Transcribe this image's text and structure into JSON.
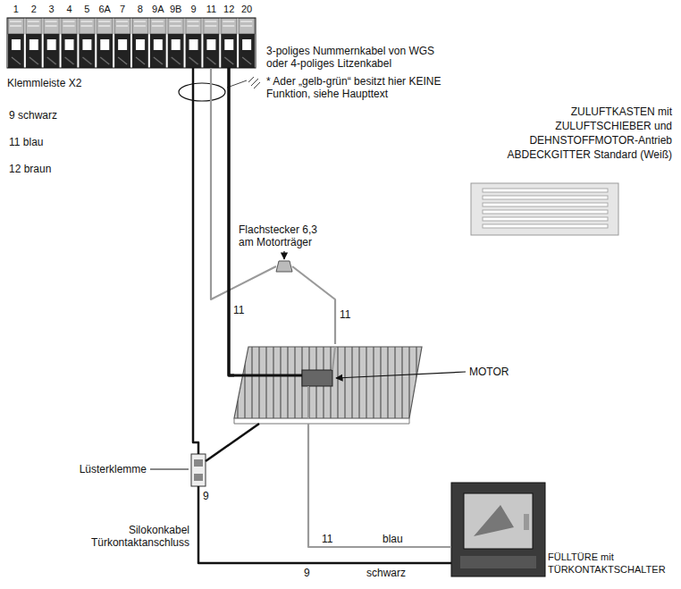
{
  "diagram": {
    "nodes": [
      {
        "text": [
          "Klemmleiste X2"
        ]
      },
      {
        "text": [
          "ZULUFTKASTEN mit ZULUFTSCHIEBER und DEHNSTOFFMOTOR-Antrieb",
          "ABDECKGITTER Standard (Weiß)"
        ]
      },
      {
        "text": [
          "Flachstecker 6,3 am Motorträger"
        ]
      },
      {
        "text": [
          "MOTOR"
        ]
      },
      {
        "text": [
          "Lüsterklemme"
        ]
      },
      {
        "text": [
          "FÜLLTÜRE mit TÜRKONTAKTSCHALTER"
        ]
      }
    ],
    "edges": [
      {
        "from": 0,
        "to": 4,
        "arrow": "none"
      },
      {
        "from": 0,
        "to": 2,
        "label": "11",
        "arrow": "none"
      },
      {
        "from": 0,
        "to": 3,
        "arrow": "none"
      },
      {
        "from": 2,
        "to": 3,
        "label": "11",
        "arrow": "none"
      },
      {
        "from": 3,
        "to": 4,
        "arrow": "none"
      },
      {
        "from": 3,
        "to": 5,
        "arrow": "none"
      },
      {
        "from": 4,
        "to": 5,
        "label": "9",
        "arrow": "none"
      }
    ],
    "labels": [
      "1",
      "2",
      "3",
      "4",
      "5",
      "6A",
      "7",
      "8",
      "9A",
      "9B",
      "9",
      "11",
      "12",
      "20",
      "3-poliges Nummernkabel von WGS oder 4-poliges Litzenkabel",
      "* Ader „gelb-grün“ besitzt hier KEINE Funktion, siehe Haupttext",
      "9 schwarz",
      "11 blau",
      "12 braun",
      "11",
      "blau",
      "9",
      "schwarz",
      "Silokonkabel Türkontaktanschluss"
    ]
  }
}
